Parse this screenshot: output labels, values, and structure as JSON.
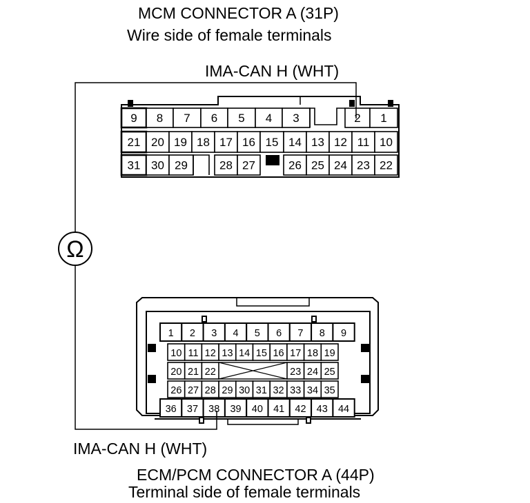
{
  "mcm_connector": {
    "title": "MCM CONNECTOR A (31P)",
    "subtitle": "Wire side of female terminals",
    "wire_label": "IMA-CAN H (WHT)",
    "probe_terminal": "2",
    "rows": [
      [
        "9",
        "8",
        "7",
        "6",
        "5",
        "4",
        "3",
        "2",
        "1"
      ],
      [
        "21",
        "20",
        "19",
        "18",
        "17",
        "16",
        "15",
        "14",
        "13",
        "12",
        "11",
        "10"
      ],
      [
        "31",
        "30",
        "29",
        "28",
        "27",
        "26",
        "25",
        "24",
        "23",
        "22"
      ]
    ]
  },
  "ohmmeter": {
    "symbol": "Ω",
    "icon": "ohmmeter-icon"
  },
  "ecm_connector": {
    "title": "ECM/PCM CONNECTOR A (44P)",
    "subtitle": "Terminal side of female terminals",
    "wire_label": "IMA-CAN H (WHT)",
    "probe_terminal": "38",
    "rows": [
      [
        "1",
        "2",
        "3",
        "4",
        "5",
        "6",
        "7",
        "8",
        "9"
      ],
      [
        "10",
        "11",
        "12",
        "13",
        "14",
        "15",
        "16",
        "17",
        "18",
        "19"
      ],
      [
        "20",
        "21",
        "22",
        "23",
        "24",
        "25"
      ],
      [
        "26",
        "27",
        "28",
        "29",
        "30",
        "31",
        "32",
        "33",
        "34",
        "35"
      ],
      [
        "36",
        "37",
        "38",
        "39",
        "40",
        "41",
        "42",
        "43",
        "44"
      ]
    ]
  }
}
